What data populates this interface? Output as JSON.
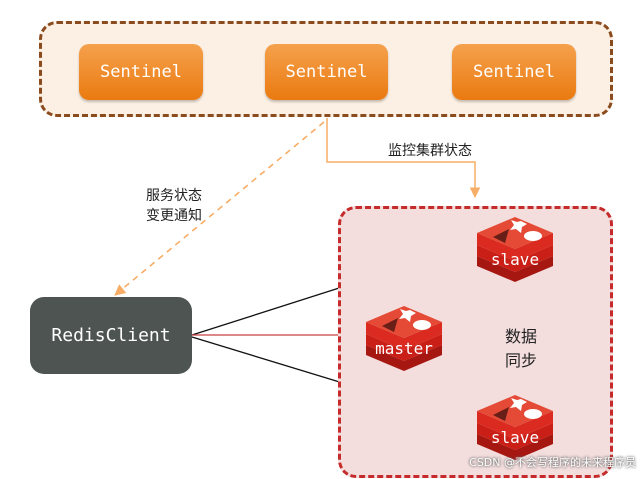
{
  "sentinel_group": {
    "nodes": [
      {
        "label": "Sentinel"
      },
      {
        "label": "Sentinel"
      },
      {
        "label": "Sentinel"
      }
    ]
  },
  "cluster": {
    "master": {
      "label": "master"
    },
    "slaves": [
      {
        "label": "slave"
      },
      {
        "label": "slave"
      }
    ]
  },
  "client": {
    "label": "RedisClient"
  },
  "annotations": {
    "monitor": "监控集群状态",
    "notify_line1": "服务状态",
    "notify_line2": "变更通知",
    "sync_line1": "数据",
    "sync_line2": "同步"
  },
  "colors": {
    "sentinel_fill": "#f08a25",
    "sentinel_group_border": "#8a4b1e",
    "sentinel_group_fill": "#fcefe3",
    "cluster_border": "#c52b2b",
    "cluster_fill": "#f3dddd",
    "client_fill": "#4d5451",
    "redis_red": "#d52a1f",
    "orange_arrow": "#f7ad66"
  },
  "icons": {
    "redis": "redis-logo-icon"
  },
  "watermark": "CSDN @不会写程序的未来程序员"
}
